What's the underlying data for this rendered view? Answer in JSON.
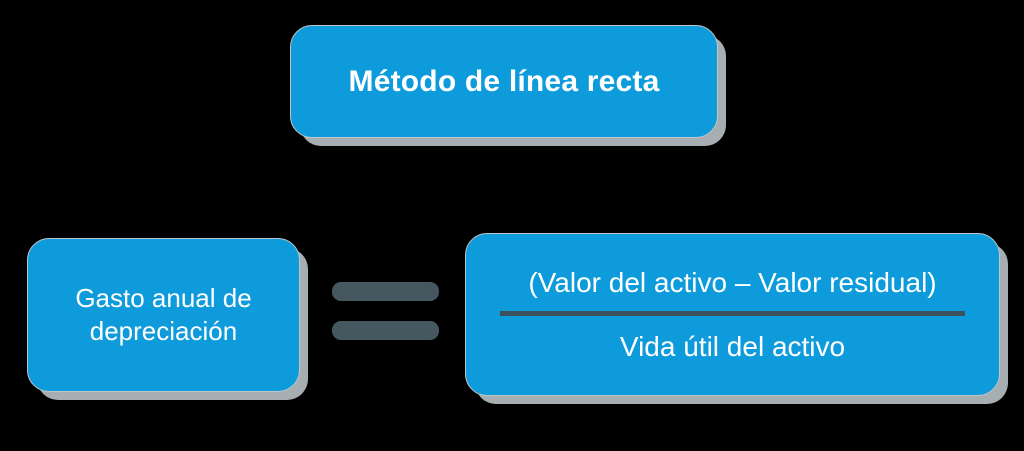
{
  "background_color": "#000000",
  "theme": {
    "card_fill": "#0E9BDB",
    "card_border": "#BFC6C9",
    "card_shadow": "#B0B7BB",
    "text_color": "#FFFFFF",
    "rule_color": "#3C5159",
    "equals_color": "#45585F"
  },
  "title": {
    "text": "Método de línea recta"
  },
  "equation": {
    "left_term": {
      "line1": "Gasto anual de",
      "line2": "depreciación"
    },
    "operator": {
      "symbol": "=",
      "name": "equals-sign"
    },
    "right_term": {
      "numerator": "(Valor del activo – Valor residual)",
      "denominator": "Vida útil del activo"
    }
  }
}
